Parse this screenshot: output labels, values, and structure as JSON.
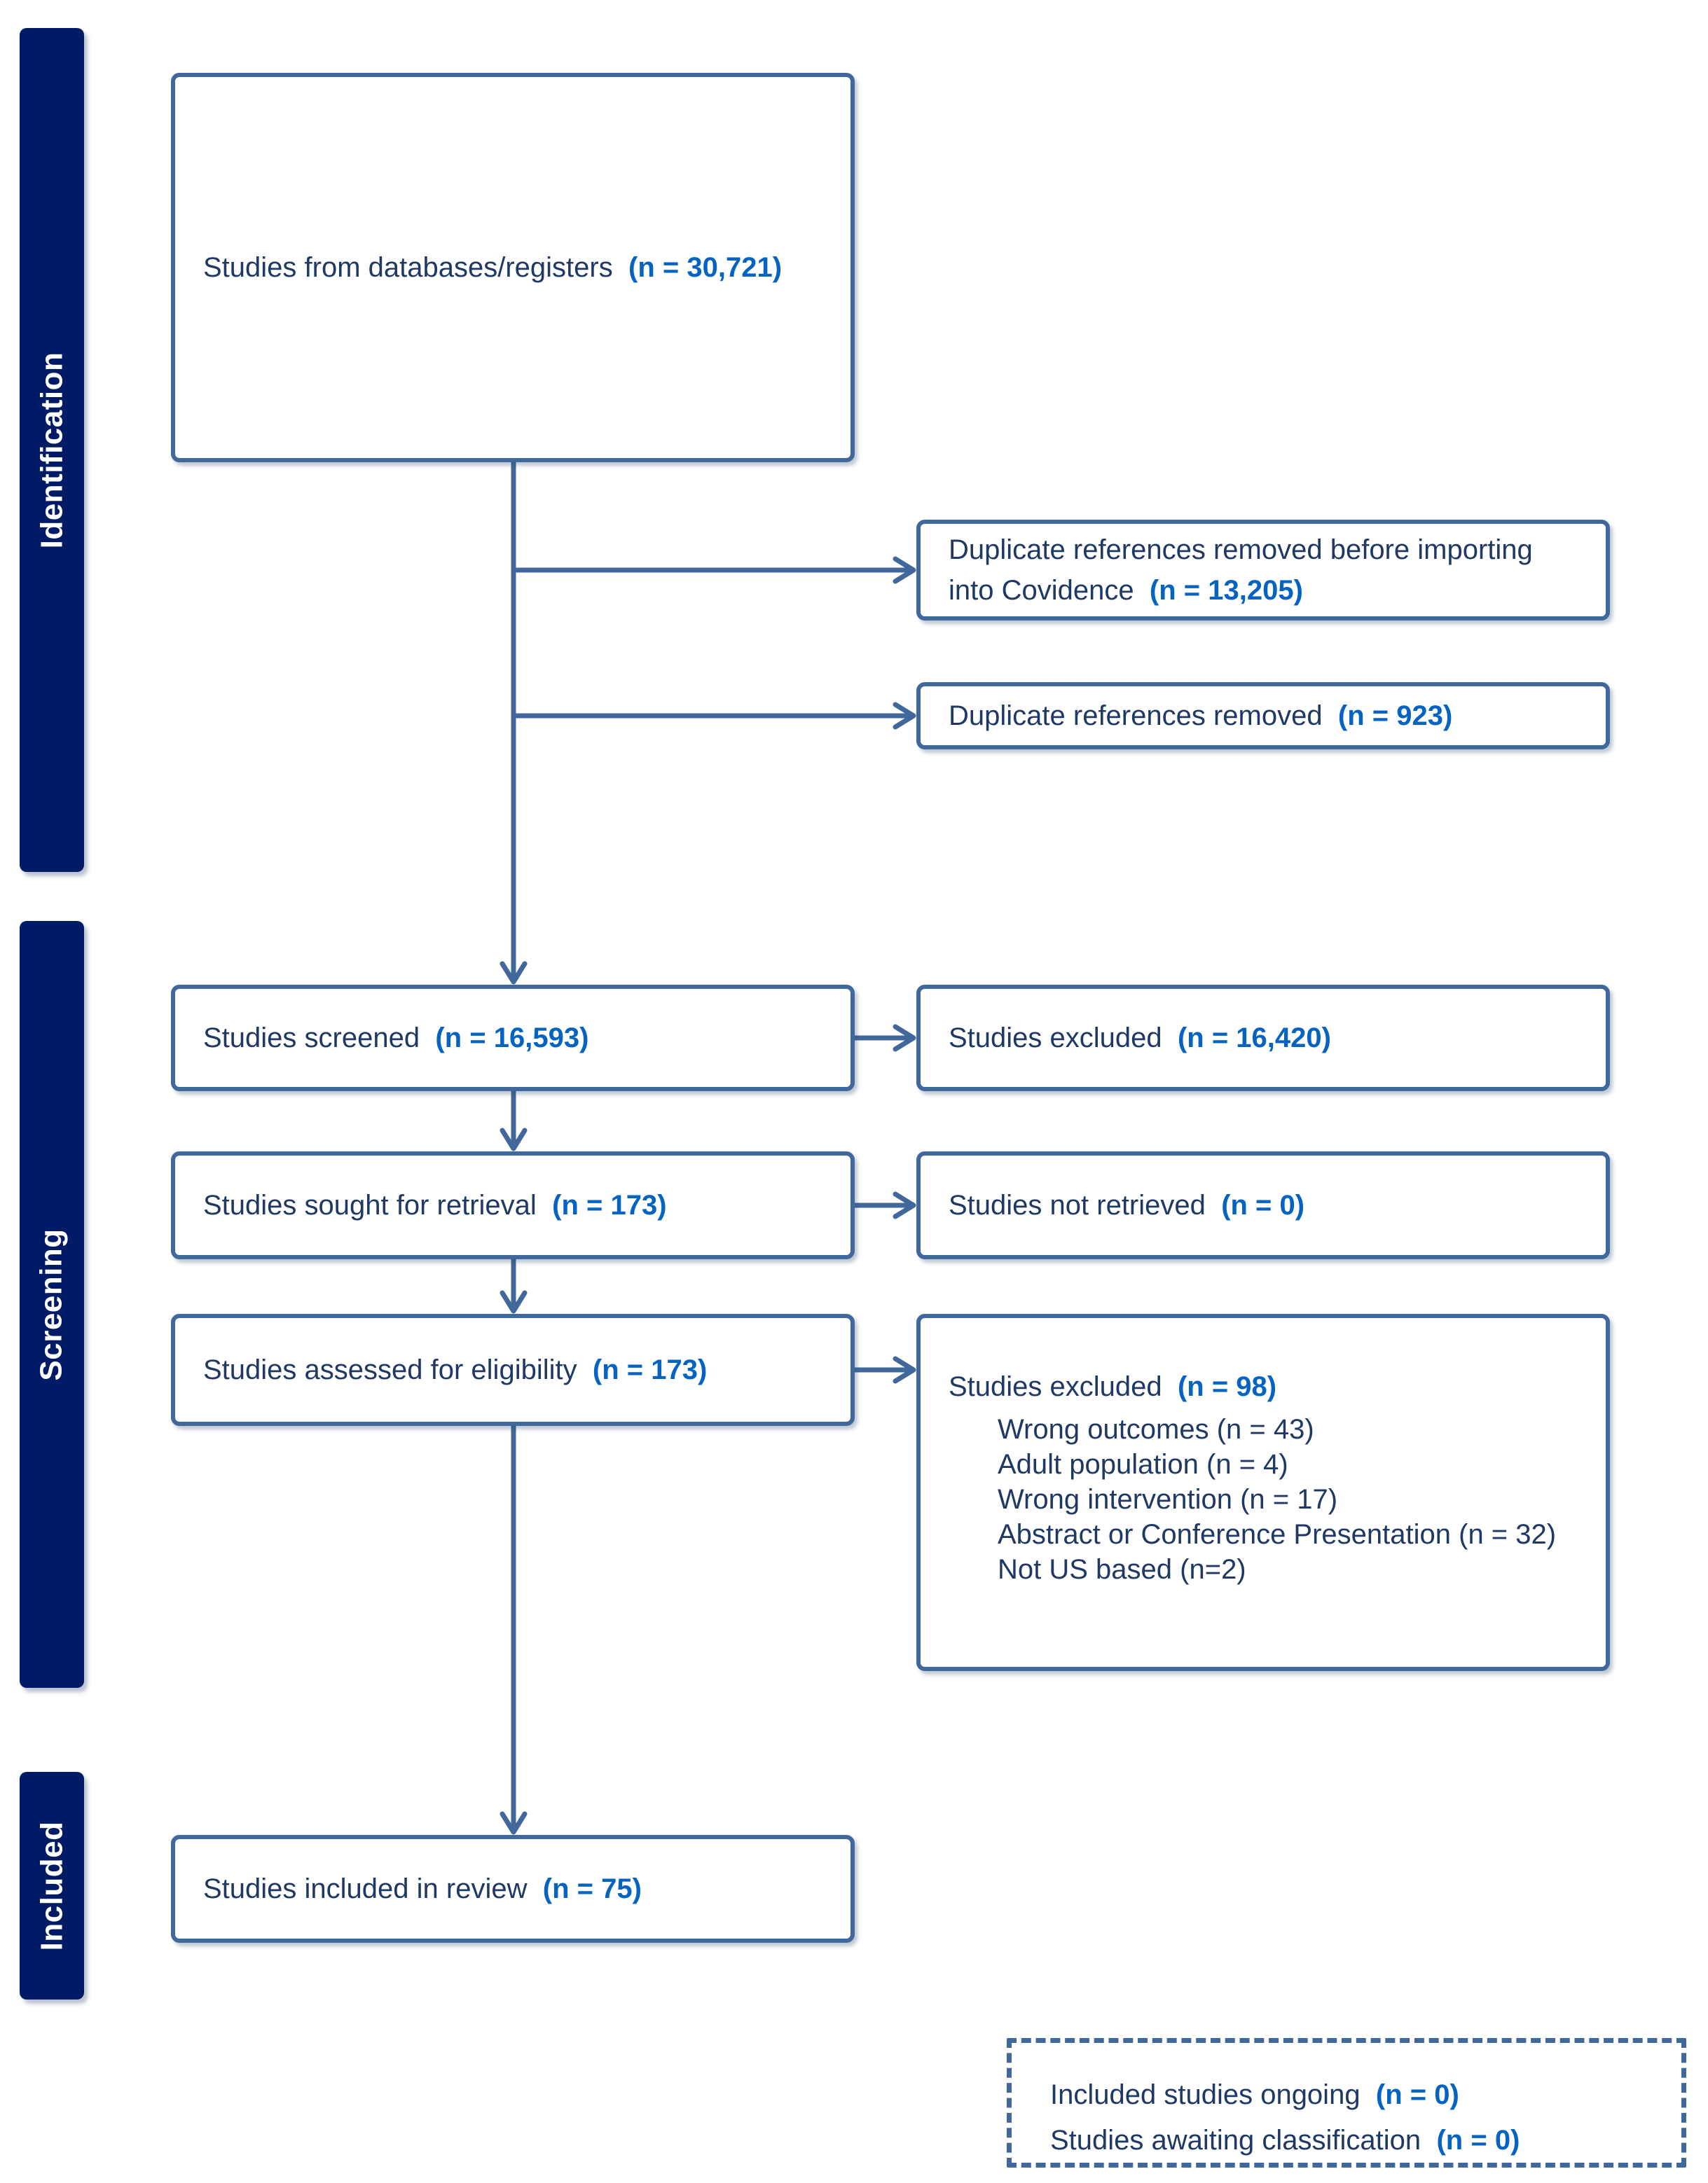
{
  "colors": {
    "sidebar": "#001B66",
    "box_border": "#41689B",
    "text": "#1F3864",
    "count_blue": "#0563C1"
  },
  "sidebar": {
    "stages": [
      {
        "label": "Identification"
      },
      {
        "label": "Screening"
      },
      {
        "label": "Included"
      }
    ]
  },
  "flow": {
    "identification": {
      "databases": {
        "label": "Studies from databases/registers",
        "value": "(n = 30,721)"
      },
      "dup_import": {
        "label": "Duplicate references removed before importing into Covidence",
        "value": "(n = 13,205)"
      },
      "dup_removed": {
        "label": "Duplicate references removed",
        "value": "(n = 923)"
      }
    },
    "screening": {
      "screened": {
        "label": "Studies screened",
        "value": "(n = 16,593)"
      },
      "excluded_screen": {
        "label": "Studies excluded",
        "value": "(n = 16,420)"
      },
      "sought": {
        "label": "Studies sought for retrieval",
        "value": "(n = 173)"
      },
      "not_retrieved": {
        "label": "Studies not retrieved",
        "value": "(n = 0)"
      },
      "assessed": {
        "label": "Studies assessed for eligibility",
        "value": "(n = 173)"
      },
      "excluded_elig": {
        "label": "Studies excluded",
        "value": "(n = 98)",
        "reasons": [
          "Wrong outcomes (n = 43)",
          "Adult population (n = 4)",
          "Wrong intervention (n = 17)",
          "Abstract or Conference Presentation (n = 32)",
          "Not US based (n=2)"
        ]
      }
    },
    "included": {
      "included_review": {
        "label": "Studies included in review",
        "value": "(n = 75)"
      },
      "ongoing": {
        "label": "Included studies ongoing",
        "value": "(n = 0)"
      },
      "awaiting": {
        "label": "Studies awaiting classification",
        "value": "(n = 0)"
      }
    }
  }
}
